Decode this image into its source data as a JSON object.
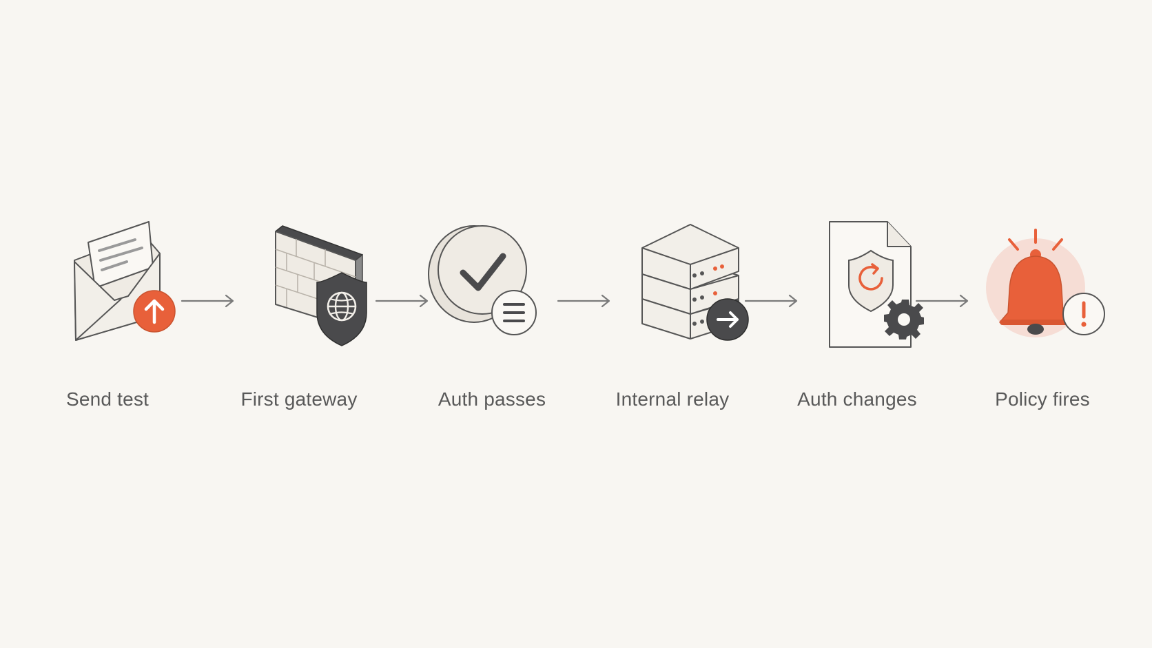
{
  "diagram": {
    "steps": [
      {
        "label": "Send test",
        "icon": "envelope-upload-icon"
      },
      {
        "label": "First gateway",
        "icon": "firewall-shield-globe-icon"
      },
      {
        "label": "Auth passes",
        "icon": "check-badge-icon"
      },
      {
        "label": "Internal relay",
        "icon": "server-stack-forward-icon"
      },
      {
        "label": "Auth changes",
        "icon": "document-shield-gear-icon"
      },
      {
        "label": "Policy fires",
        "icon": "alert-bell-icon"
      }
    ]
  },
  "colors": {
    "background": "#f8f6f2",
    "accent": "#e8603a",
    "dark": "#4a4a4c",
    "outline": "#555555",
    "fill_light": "#efebe4",
    "label_text": "#595959"
  }
}
